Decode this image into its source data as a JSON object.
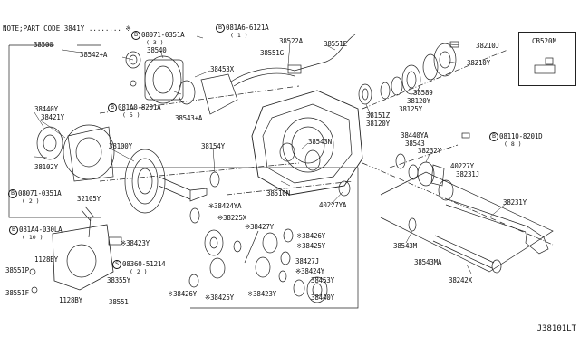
{
  "note": "NOTE;PART CODE 3841Y ........ ※",
  "diagram_code": "J38101LT",
  "inset_part": "CB520M",
  "labels": {
    "p38500": "38500",
    "p38542a": "38542+A",
    "p38540": "38540",
    "p0807_top": "08071-0351A",
    "p0807_top_qty": "( 3 )",
    "p081a6": "081A6-6121A",
    "p081a6_qty": "( 1 )",
    "p38522a": "38522A",
    "p38551e": "38551E",
    "p38551g": "38551G",
    "p38210j": "38210J",
    "p38210y": "38210Y",
    "p38453x": "38453X",
    "p081a0": "081A0-8201A",
    "p081a0_qty": "( 5 )",
    "p38543a": "38543+A",
    "p38589": "38589",
    "p38120y_a": "38120Y",
    "p38125y": "38125Y",
    "p38151z": "38151Z",
    "p38120y_b": "38120Y",
    "p38440y_l": "38440Y",
    "p38421y": "38421Y",
    "p38100y": "38100Y",
    "p38154y": "38154Y",
    "p38102y": "38102Y",
    "p38543n": "38543N",
    "p38440ya": "38440YA",
    "p38543": "38543",
    "p38232y": "38232Y",
    "p08110": "08110-8201D",
    "p08110_qty": "( 8 )",
    "p40227y": "40227Y",
    "p38231j": "38231J",
    "p0807_mid": "08071-0351A",
    "p0807_mid_qty": "( 2 )",
    "p32105y": "32105Y",
    "p38510n": "38510N",
    "p40227ya": "40227YA",
    "p38424ya": "※38424YA",
    "p38225x": "※38225X",
    "p38427y": "※38427Y",
    "p38426y_a": "※38426Y",
    "p38425y_a": "※38425Y",
    "p38231y": "38231Y",
    "p081a4": "081A4-030LA",
    "p081a4_qty": "( 10 )",
    "p1128by_a": "1128BY",
    "p38423y_a": "※38423Y",
    "p08360": "08360-51214",
    "p08360_qty": "( 2 )",
    "p38427j": "38427J",
    "p38424y": "※38424Y",
    "p38543m": "38543M",
    "p38543ma": "38543MA",
    "p38551p": "38551P",
    "p38355y": "38355Y",
    "p38453y": "38453Y",
    "p38242x": "38242X",
    "p38551f": "38551F",
    "p1128by_b": "1128BY",
    "p38551": "38551",
    "p38426y_b": "※38426Y",
    "p38425y_b": "※38425Y",
    "p38423y_b": "※38423Y",
    "p38440y_b": "38440Y"
  },
  "markers": {
    "b": "B",
    "s": "S"
  }
}
